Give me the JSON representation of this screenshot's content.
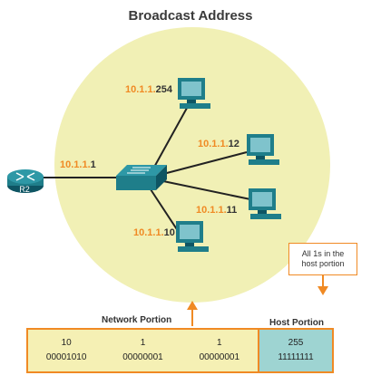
{
  "title": "Broadcast Address",
  "router_label": "R2",
  "router_ip": {
    "network": "10.1.1.",
    "host": "1"
  },
  "hosts": [
    {
      "network": "10.1.1.",
      "host": "254"
    },
    {
      "network": "10.1.1.",
      "host": "12"
    },
    {
      "network": "10.1.1.",
      "host": "11"
    },
    {
      "network": "10.1.1.",
      "host": "10"
    }
  ],
  "callout_text": "All 1s in the host portion",
  "network_portion_label": "Network Portion",
  "host_portion_label": "Host Portion",
  "octets": [
    {
      "decimal": "10",
      "binary": "00001010"
    },
    {
      "decimal": "1",
      "binary": "00000001"
    },
    {
      "decimal": "1",
      "binary": "00000001"
    },
    {
      "decimal": "255",
      "binary": "11111111"
    }
  ],
  "colors": {
    "network_bg": "#f5f0b4",
    "host_bg": "#9ed4d2",
    "accent": "#f08a24",
    "device": "#1f7e8a"
  }
}
